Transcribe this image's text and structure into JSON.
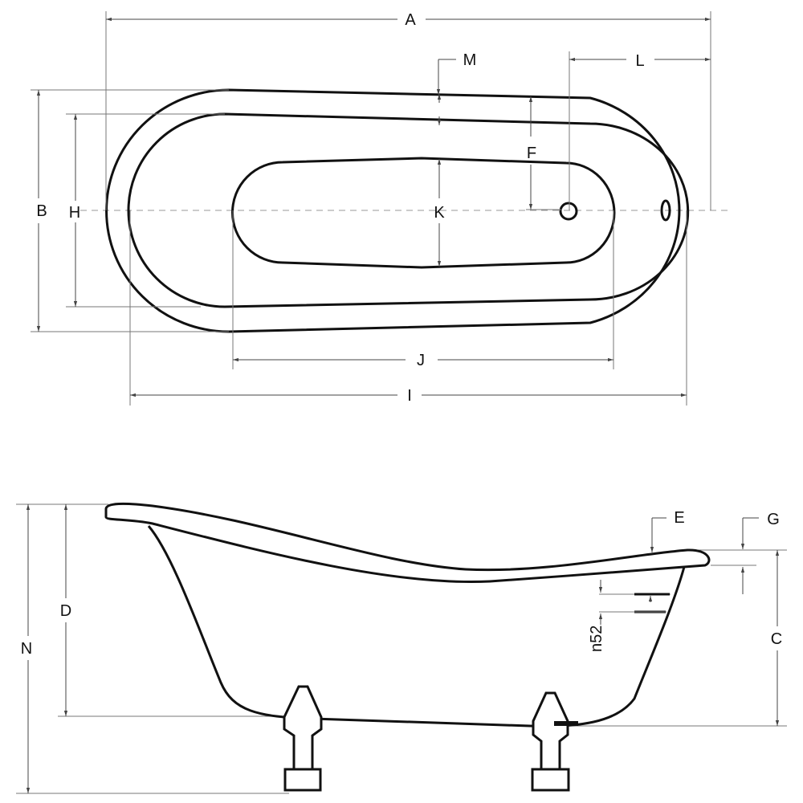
{
  "top_view": {
    "labels": {
      "A": "A",
      "B": "B",
      "H": "H",
      "M": "M",
      "L": "L",
      "F": "F",
      "K": "K",
      "J": "J",
      "I": "I"
    }
  },
  "side_view": {
    "labels": {
      "E": "E",
      "G": "G",
      "D": "D",
      "N": "N",
      "C": "C"
    },
    "overflow_label": "n52"
  }
}
